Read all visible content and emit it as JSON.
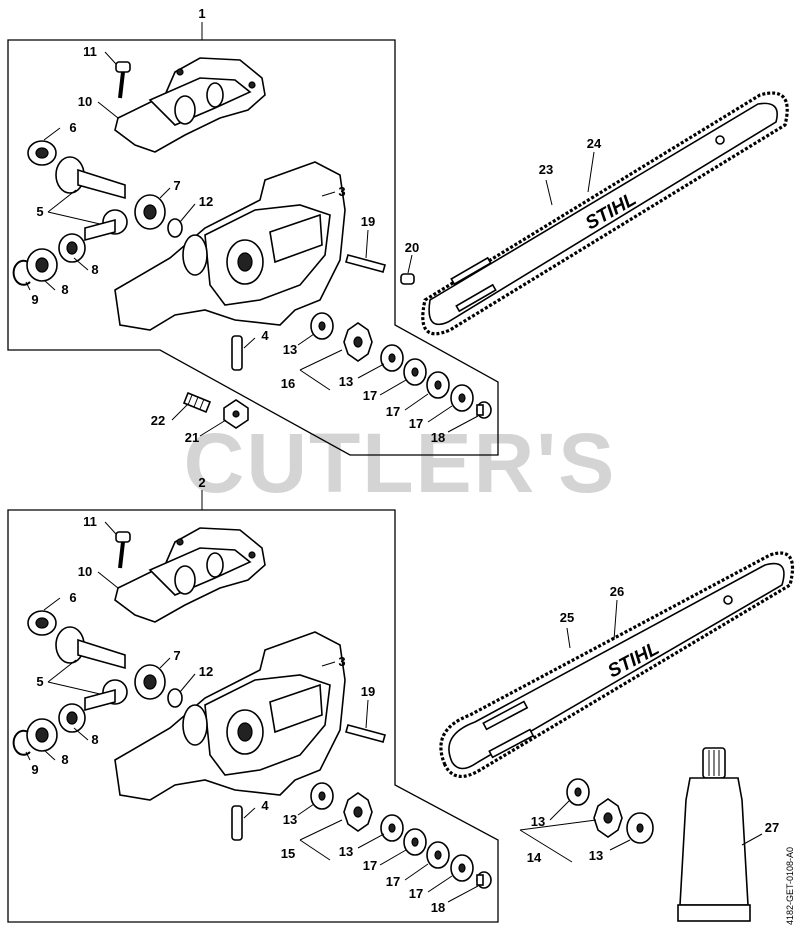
{
  "watermark": "CUTLER'S",
  "drawing_code": "4182-GET-0108-A0",
  "brand_marks": {
    "upper_bar": "STIHL",
    "lower_bar": "STIHL"
  },
  "labels": {
    "upper": {
      "l1": "1",
      "l11": "11",
      "l10": "10",
      "l6": "6",
      "l5": "5",
      "l7": "7",
      "l12": "12",
      "l3": "3",
      "l19": "19",
      "l20": "20",
      "l8a": "8",
      "l8b": "8",
      "l9": "9",
      "l4": "4",
      "l13a": "13",
      "l13b": "13",
      "l16": "16",
      "l17a": "17",
      "l17b": "17",
      "l17c": "17",
      "l18": "18",
      "l22": "22",
      "l21": "21",
      "l23": "23",
      "l24": "24"
    },
    "lower": {
      "l2": "2",
      "l11": "11",
      "l10": "10",
      "l6": "6",
      "l5": "5",
      "l7": "7",
      "l12": "12",
      "l3": "3",
      "l19": "19",
      "l8a": "8",
      "l8b": "8",
      "l9": "9",
      "l4": "4",
      "l13a": "13",
      "l13b": "13",
      "l15": "15",
      "l17a": "17",
      "l17b": "17",
      "l17c": "17",
      "l18": "18",
      "l25": "25",
      "l26": "26",
      "l13c": "13",
      "l13d": "13",
      "l14": "14",
      "l27": "27"
    }
  }
}
